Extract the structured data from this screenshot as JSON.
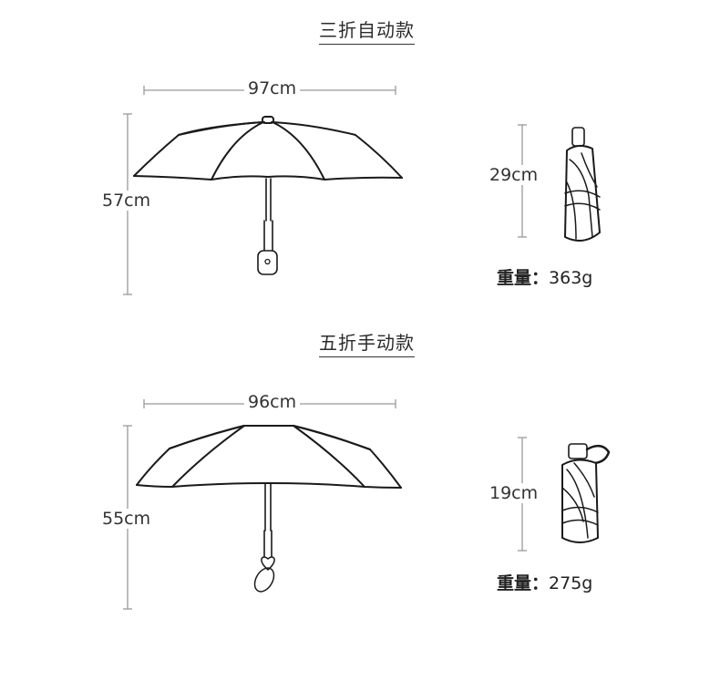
{
  "models": [
    {
      "title": "三折自动款",
      "open_width": "97cm",
      "open_height": "57cm",
      "folded_length": "29cm",
      "weight_label": "重量：",
      "weight_value": "363g"
    },
    {
      "title": "五折手动款",
      "open_width": "96cm",
      "open_height": "55cm",
      "folded_length": "19cm",
      "weight_label": "重量：",
      "weight_value": "275g"
    }
  ]
}
